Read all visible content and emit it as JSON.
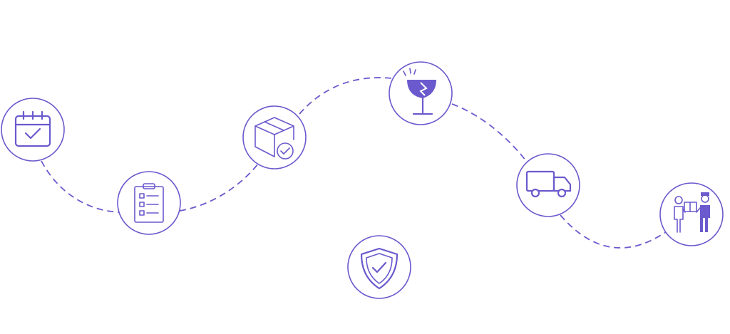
{
  "colors": {
    "accent": "#6a5acd",
    "background": "#ffffff"
  },
  "nodes": [
    {
      "id": "schedule",
      "icon": "calendar-check-icon"
    },
    {
      "id": "checklist",
      "icon": "clipboard-checklist-icon"
    },
    {
      "id": "packed",
      "icon": "box-check-icon"
    },
    {
      "id": "fragile",
      "icon": "broken-glass-icon"
    },
    {
      "id": "transport",
      "icon": "delivery-truck-icon"
    },
    {
      "id": "handover",
      "icon": "package-handover-icon"
    },
    {
      "id": "insured",
      "icon": "shield-check-icon"
    }
  ]
}
